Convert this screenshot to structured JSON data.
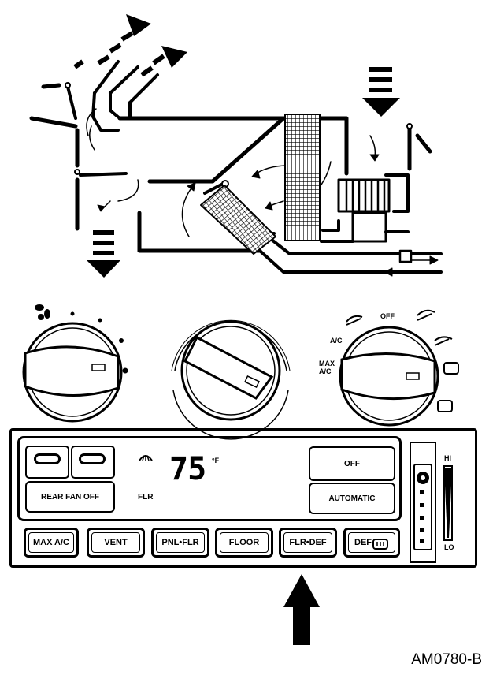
{
  "knob_labels": {
    "off": "OFF",
    "ac": "A/C",
    "max_ac": "MAX\nA/C"
  },
  "display": {
    "temperature": "75",
    "unit": "°F",
    "mode": "FLR"
  },
  "buttons": {
    "rear_fan_off": "REAR FAN OFF",
    "off": "OFF",
    "automatic": "AUTOMATIC",
    "max_ac": "MAX A/C",
    "vent": "VENT",
    "pnl_flr": "PNL•FLR",
    "floor": "FLOOR",
    "flr_def": "FLR•DEF",
    "def": "DEF"
  },
  "fan_scale": {
    "hi": "HI",
    "lo": "LO"
  },
  "figure_id": "AM0780-B"
}
